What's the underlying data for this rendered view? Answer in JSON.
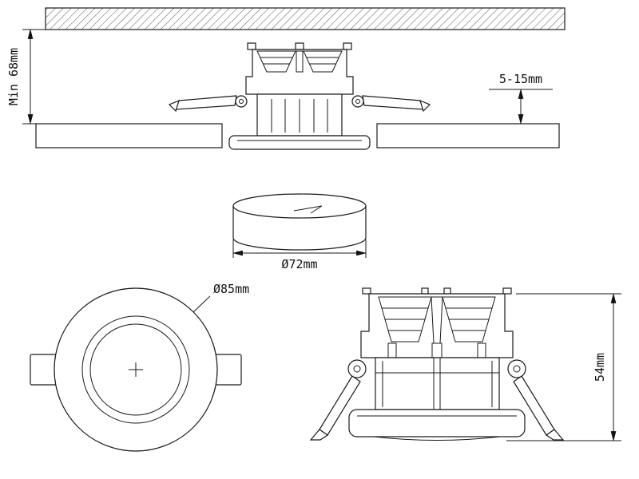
{
  "diagram": {
    "labels": {
      "min_recess_depth": "Min 68mm",
      "clamp_range": "5-15mm",
      "cutout_diameter": "Ø72mm",
      "outer_diameter": "Ø85mm",
      "body_height": "54mm"
    },
    "colors": {
      "line": "#1a1a1a",
      "background": "#ffffff"
    }
  }
}
